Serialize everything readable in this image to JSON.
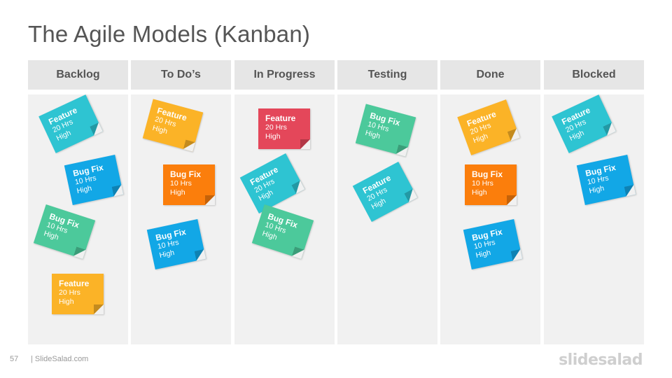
{
  "title": "The Agile Models (Kanban)",
  "footer": {
    "page_number": "57",
    "site": "| SlideSalad.com",
    "logo_text": "slidesalad"
  },
  "colors": {
    "teal": "#2ec4d2",
    "blue": "#12a7e6",
    "green": "#4cc99b",
    "yellow": "#fbb327",
    "orange": "#fb7e0c",
    "red": "#e4475a",
    "header_bg": "#e6e6e6",
    "column_bg": "#f1f1f1"
  },
  "columns": [
    {
      "name": "Backlog",
      "notes": [
        {
          "title": "Feature",
          "hours": "20 Hrs",
          "priority": "High",
          "color": "teal"
        },
        {
          "title": "Bug Fix",
          "hours": "10 Hrs",
          "priority": "High",
          "color": "blue"
        },
        {
          "title": "Bug Fix",
          "hours": "10 Hrs",
          "priority": "High",
          "color": "green"
        },
        {
          "title": "Feature",
          "hours": "20 Hrs",
          "priority": "High",
          "color": "yellow"
        }
      ]
    },
    {
      "name": "To Do’s",
      "notes": [
        {
          "title": "Feature",
          "hours": "20 Hrs",
          "priority": "High",
          "color": "yellow"
        },
        {
          "title": "Bug Fix",
          "hours": "10 Hrs",
          "priority": "High",
          "color": "orange"
        },
        {
          "title": "Bug Fix",
          "hours": "10 Hrs",
          "priority": "High",
          "color": "blue"
        }
      ]
    },
    {
      "name": "In Progress",
      "notes": [
        {
          "title": "Feature",
          "hours": "20 Hrs",
          "priority": "High",
          "color": "red"
        },
        {
          "title": "Feature",
          "hours": "20 Hrs",
          "priority": "High",
          "color": "teal"
        },
        {
          "title": "Bug Fix",
          "hours": "10 Hrs",
          "priority": "High",
          "color": "green"
        }
      ]
    },
    {
      "name": "Testing",
      "notes": [
        {
          "title": "Bug Fix",
          "hours": "10 Hrs",
          "priority": "High",
          "color": "green"
        },
        {
          "title": "Feature",
          "hours": "20 Hrs",
          "priority": "High",
          "color": "teal"
        }
      ]
    },
    {
      "name": "Done",
      "notes": [
        {
          "title": "Feature",
          "hours": "20 Hrs",
          "priority": "High",
          "color": "yellow"
        },
        {
          "title": "Bug Fix",
          "hours": "10 Hrs",
          "priority": "High",
          "color": "orange"
        },
        {
          "title": "Bug Fix",
          "hours": "10 Hrs",
          "priority": "High",
          "color": "blue"
        }
      ]
    },
    {
      "name": "Blocked",
      "notes": [
        {
          "title": "Feature",
          "hours": "20 Hrs",
          "priority": "High",
          "color": "teal"
        },
        {
          "title": "Bug Fix",
          "hours": "10 Hrs",
          "priority": "High",
          "color": "blue"
        }
      ]
    }
  ]
}
